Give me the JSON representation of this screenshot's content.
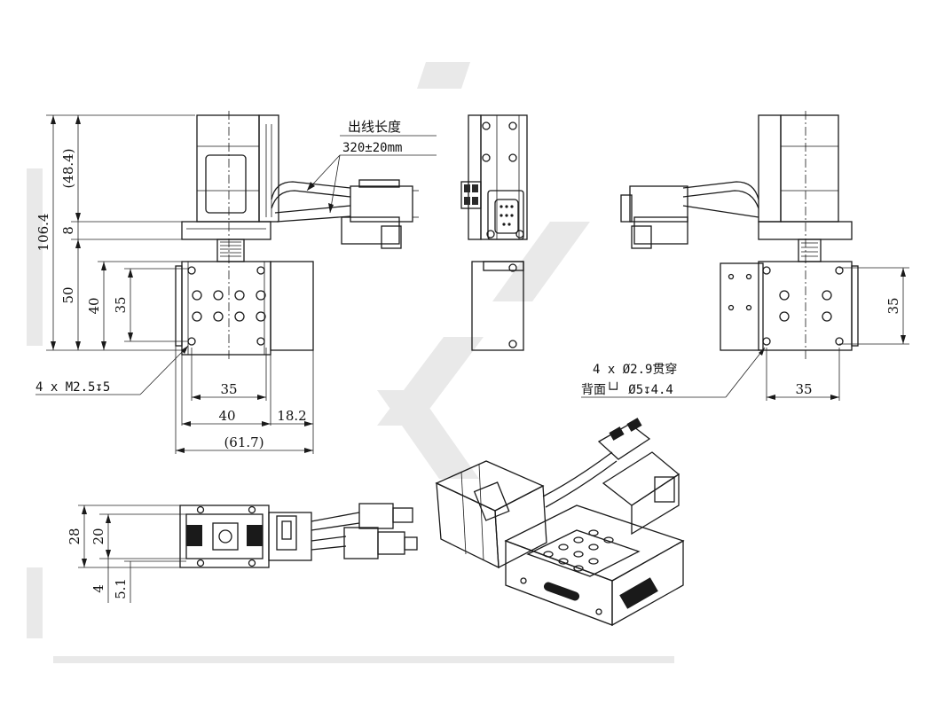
{
  "callouts": {
    "cable_length_label": "出线长度",
    "cable_length_value": "320±20mm",
    "tap_holes": "4 x M2.5↧5",
    "through_holes": "4 x Ø2.9贯穿",
    "counterbore": "背面└┘ Ø5↧4.4"
  },
  "dimensions": {
    "overall_height": "106.4",
    "motor_height": "(48.4)",
    "flange": "8",
    "stage_height": "50",
    "hole_span_v": "40",
    "hole_pitch_v": "35",
    "hole_pitch_h": "35",
    "width": "40",
    "side_extension": "18.2",
    "overall_width": "(61.7)",
    "right_hole_pitch_v": "35",
    "right_hole_pitch_h": "35",
    "thickness_total": "28",
    "thickness_table": "20",
    "base_offset": "4",
    "table_offset": "5.1"
  }
}
